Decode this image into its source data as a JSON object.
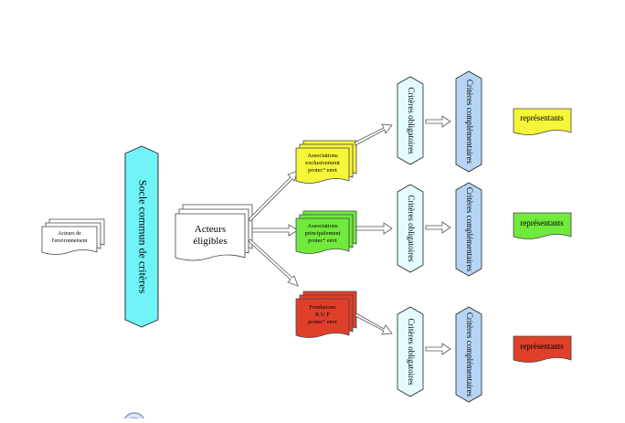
{
  "colors": {
    "cyan_bar": "#6ff3f7",
    "light_cyan": "#e4fbfd",
    "light_blue": "#b6d5f4",
    "yellow": "#f5f53a",
    "green": "#71ea3d",
    "red": "#e0402a",
    "gray_doc": "#ffffff",
    "outline": "#222222"
  },
  "acteurs_env": {
    "line1": "Acteurs de",
    "line2": "l'environnement"
  },
  "socle": {
    "label": "Socle commun de critères"
  },
  "eligibles": {
    "line1": "Acteurs",
    "line2": "éligibles"
  },
  "groups": [
    {
      "lines": [
        "Associations",
        "exclusivement",
        "protec° envt"
      ],
      "obligatoires": "Critères obligatoires",
      "complementaires": "Critères complémentaires",
      "representants": "représentants"
    },
    {
      "lines": [
        "Associations",
        "principalement",
        "protec° envt"
      ],
      "obligatoires": "Critères obligatoires",
      "complementaires": "Critères complémentaires",
      "representants": "représentants"
    },
    {
      "lines": [
        "Fondations",
        "R U P",
        "protec° envt"
      ],
      "obligatoires": "Critères obligatoires",
      "complementaires": "Critères complémentaires",
      "representants": "représentants"
    }
  ]
}
